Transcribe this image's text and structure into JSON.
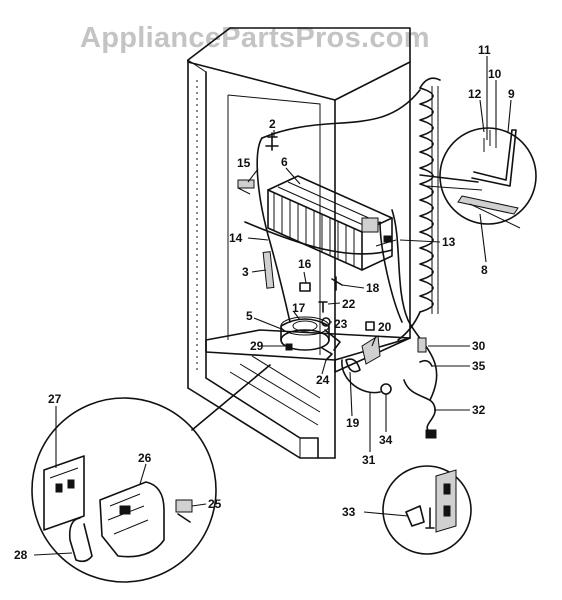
{
  "watermark": "AppliancePartsPros.com",
  "callouts": {
    "p2": "2",
    "p3": "3",
    "p5": "5",
    "p6": "6",
    "p8": "8",
    "p9": "9",
    "p10": "10",
    "p11": "11",
    "p12": "12",
    "p13": "13",
    "p14": "14",
    "p15": "15",
    "p16": "16",
    "p17": "17",
    "p18": "18",
    "p19": "19",
    "p20": "20",
    "p22": "22",
    "p23": "23",
    "p24": "24",
    "p25": "25",
    "p26": "26",
    "p27": "27",
    "p28": "28",
    "p29": "29",
    "p30": "30",
    "p31": "31",
    "p32": "32",
    "p33": "33",
    "p34": "34",
    "p35": "35"
  }
}
